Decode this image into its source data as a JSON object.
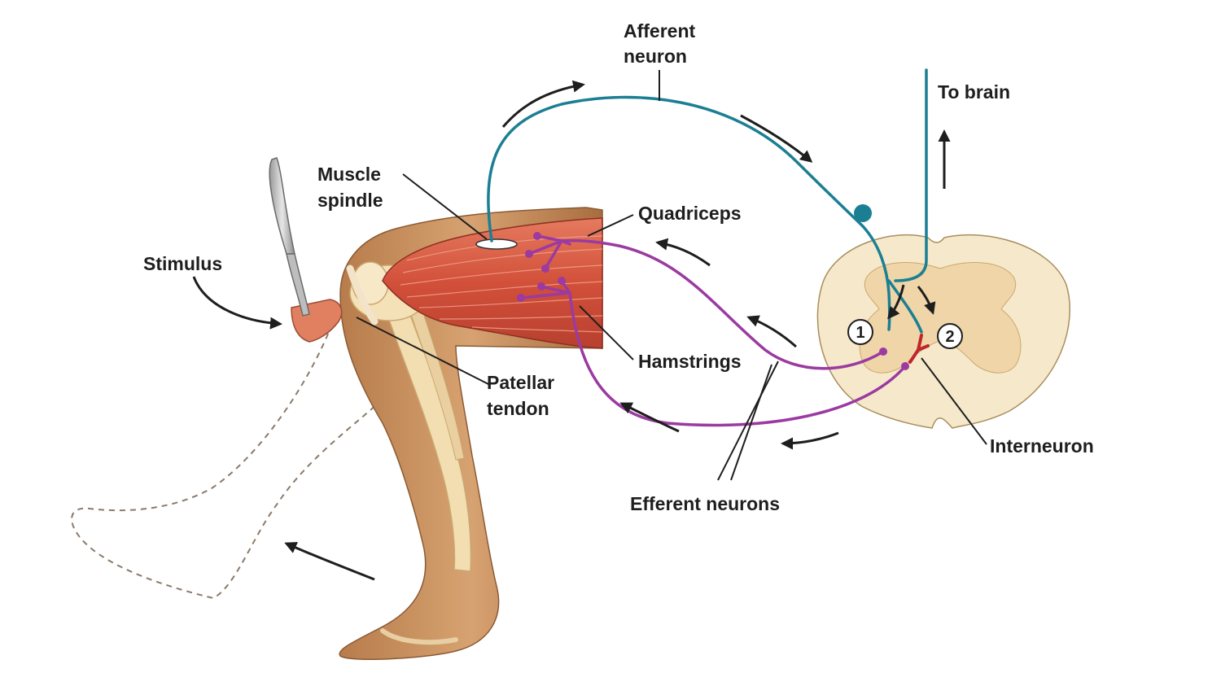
{
  "labels": {
    "afferent_neuron": [
      "Afferent",
      "neuron"
    ],
    "to_brain": "To brain",
    "muscle_spindle": [
      "Muscle",
      "spindle"
    ],
    "quadriceps": "Quadriceps",
    "stimulus": "Stimulus",
    "hamstrings": "Hamstrings",
    "patellar_tendon": [
      "Patellar",
      "tendon"
    ],
    "interneuron": "Interneuron",
    "efferent_neurons": "Efferent neurons"
  },
  "markers": {
    "pathway_1": "1",
    "pathway_2": "2"
  },
  "icons": {
    "reflex_hammer": "reflex-hammer-icon",
    "leg": "leg-illustration",
    "spinal_cord": "spinal-cord-cross-section"
  },
  "colors": {
    "afferent": "#1b7f93",
    "efferent": "#9b3aa0",
    "interneuron": "#c0252a",
    "muscle": "#d95f45",
    "skin": "#c68f5e",
    "bone": "#f2ddb0",
    "spinal_white": "#f5e8c9",
    "spinal_gray": "#ecd2a3"
  }
}
